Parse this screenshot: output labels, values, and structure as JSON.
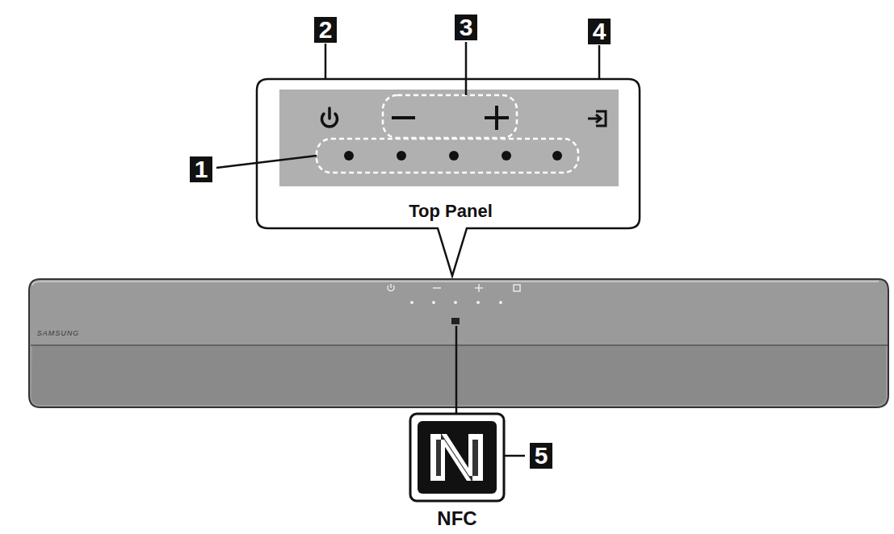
{
  "diagram": {
    "labels": [
      "2",
      "3",
      "4",
      "1",
      "Top Panel",
      "SAMSUNG",
      "5",
      "NFC"
    ]
  }
}
